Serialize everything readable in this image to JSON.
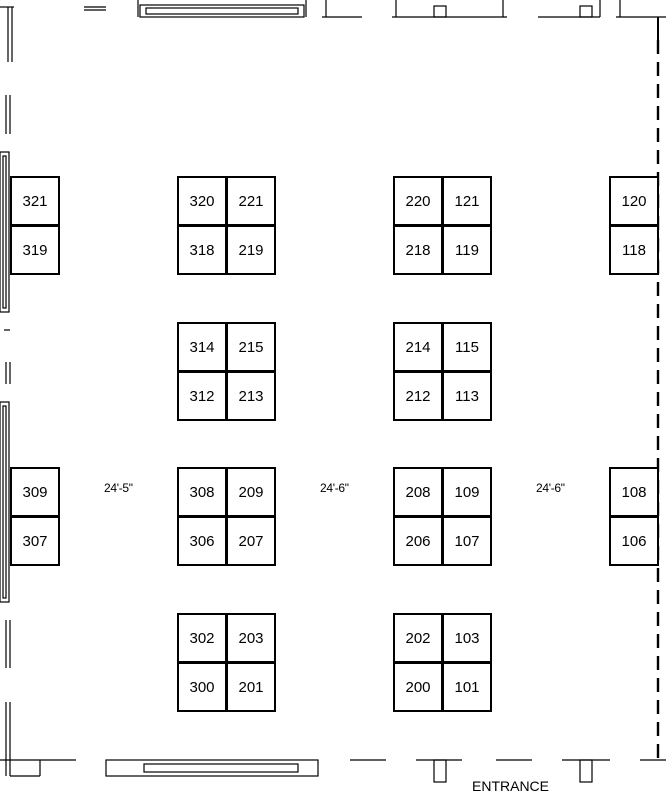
{
  "floor_plan": {
    "booths": [
      {
        "id": "321",
        "col": 0,
        "row": 0
      },
      {
        "id": "319",
        "col": 0,
        "row": 1
      },
      {
        "id": "320",
        "col": 1,
        "row": 0
      },
      {
        "id": "221",
        "col": 2,
        "row": 0
      },
      {
        "id": "318",
        "col": 1,
        "row": 1
      },
      {
        "id": "219",
        "col": 2,
        "row": 1
      },
      {
        "id": "220",
        "col": 3,
        "row": 0
      },
      {
        "id": "121",
        "col": 4,
        "row": 0
      },
      {
        "id": "218",
        "col": 3,
        "row": 1
      },
      {
        "id": "119",
        "col": 4,
        "row": 1
      },
      {
        "id": "120",
        "col": 5,
        "row": 0
      },
      {
        "id": "118",
        "col": 5,
        "row": 1
      },
      {
        "id": "314",
        "col": 1,
        "row": 2
      },
      {
        "id": "215",
        "col": 2,
        "row": 2
      },
      {
        "id": "312",
        "col": 1,
        "row": 3
      },
      {
        "id": "213",
        "col": 2,
        "row": 3
      },
      {
        "id": "214",
        "col": 3,
        "row": 2
      },
      {
        "id": "115",
        "col": 4,
        "row": 2
      },
      {
        "id": "212",
        "col": 3,
        "row": 3
      },
      {
        "id": "113",
        "col": 4,
        "row": 3
      },
      {
        "id": "309",
        "col": 0,
        "row": 4
      },
      {
        "id": "307",
        "col": 0,
        "row": 5
      },
      {
        "id": "308",
        "col": 1,
        "row": 4
      },
      {
        "id": "209",
        "col": 2,
        "row": 4
      },
      {
        "id": "306",
        "col": 1,
        "row": 5
      },
      {
        "id": "207",
        "col": 2,
        "row": 5
      },
      {
        "id": "208",
        "col": 3,
        "row": 4
      },
      {
        "id": "109",
        "col": 4,
        "row": 4
      },
      {
        "id": "206",
        "col": 3,
        "row": 5
      },
      {
        "id": "107",
        "col": 4,
        "row": 5
      },
      {
        "id": "108",
        "col": 5,
        "row": 4
      },
      {
        "id": "106",
        "col": 5,
        "row": 5
      },
      {
        "id": "302",
        "col": 1,
        "row": 6
      },
      {
        "id": "203",
        "col": 2,
        "row": 6
      },
      {
        "id": "300",
        "col": 1,
        "row": 7
      },
      {
        "id": "201",
        "col": 2,
        "row": 7
      },
      {
        "id": "202",
        "col": 3,
        "row": 6
      },
      {
        "id": "103",
        "col": 4,
        "row": 6
      },
      {
        "id": "200",
        "col": 3,
        "row": 7
      },
      {
        "id": "101",
        "col": 4,
        "row": 7
      }
    ],
    "dimensions": [
      "24'-5\"",
      "24'-6\"",
      "24'-6\""
    ],
    "entrance_label": "ENTRANCE"
  }
}
